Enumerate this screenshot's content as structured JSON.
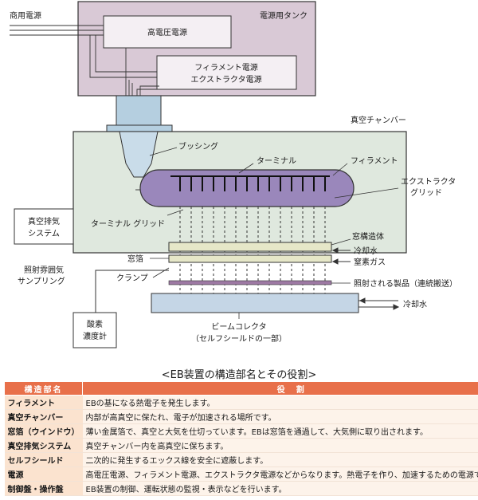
{
  "labels": {
    "commercial_power": "商用電源",
    "power_tank": "電源用タンク",
    "high_voltage_power": "高電圧電源",
    "filament_power": "フィラメント電源",
    "extractor_power": "エクストラクタ電源",
    "vacuum_chamber": "真空チャンバー",
    "bushing": "ブッシング",
    "terminal": "ターミナル",
    "filament": "フィラメント",
    "extractor_grid_1": "エクストラクタ",
    "extractor_grid_2": "グリッド",
    "terminal_grid": "ターミナル グリッド",
    "vacuum_exhaust_1": "真空排気",
    "vacuum_exhaust_2": "システム",
    "window_structure": "窓構造体",
    "window_foil": "窓箔",
    "cooling_water": "冷却水",
    "nitrogen_gas": "窒素ガス",
    "clamp": "クランプ",
    "irradiated_product": "照射される製品（連続搬送）",
    "sampling_1": "照射雰囲気",
    "sampling_2": "サンプリング",
    "oxygen_meter_1": "酸素",
    "oxygen_meter_2": "濃度計",
    "beam_collector_1": "ビームコレクタ",
    "beam_collector_2": "（セルフシールドの一部）",
    "cooling_water_2": "冷却水"
  },
  "caption": "<EB装置の構造部名とその役割>",
  "table": {
    "headers": [
      "構造部名",
      "役　割"
    ],
    "rows": [
      {
        "name": "フィラメント",
        "desc": "EBの基になる熱電子を発生します。"
      },
      {
        "name": "真空チャンバー",
        "desc": "内部が高真空に保たれ、電子が加速される場所です。"
      },
      {
        "name": "窓箔（ウインドウ）",
        "desc": "薄い金属箔で、真空と大気を仕切っています。EBは窓箔を通過して、大気側に取り出されます。"
      },
      {
        "name": "真空排気システム",
        "desc": "真空チャンバー内を高真空に保ちます。"
      },
      {
        "name": "セルフシールド",
        "desc": "二次的に発生するエックス線を安全に遮蔽します。"
      },
      {
        "name": "電源",
        "desc": "高電圧電源、フィラメント電源、エクストラクタ電源などからなります。熱電子を作り、加速するための電源です。"
      },
      {
        "name": "制御盤・操作盤",
        "desc": "EB装置の制御、運転状態の監視・表示などを行います。"
      }
    ]
  },
  "colors": {
    "tank": "#d9c9d6",
    "chamber": "#dfe8de",
    "terminal_fill": "#9a87bb",
    "bushing": "#b5cfe0",
    "window": "#e6e7c8",
    "product": "#9d79a3",
    "collector": "#c5d6e6",
    "table_header": "#e8704a",
    "table_name": "#fbe3cf",
    "table_desc": "#fdf3ea"
  }
}
